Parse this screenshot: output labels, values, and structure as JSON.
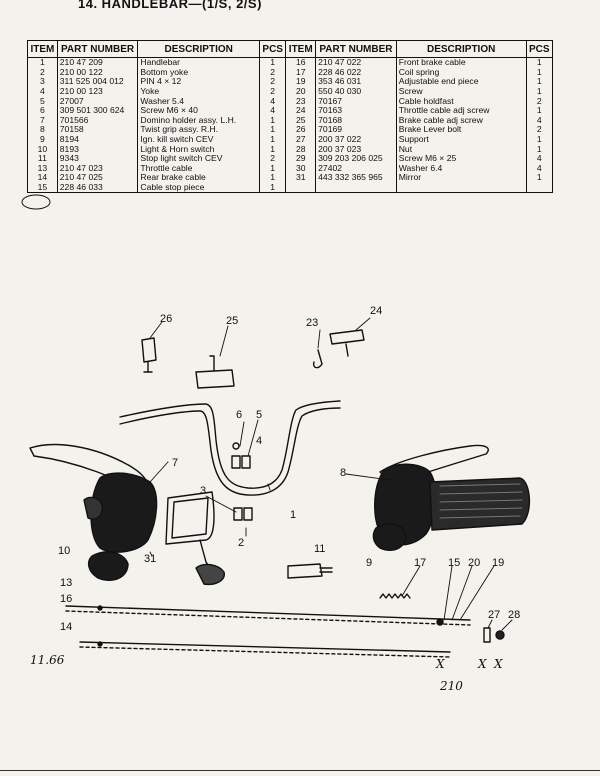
{
  "title": "14.  HANDLEBAR—(1/S, 2/S)",
  "headers": [
    "ITEM",
    "PART NUMBER",
    "DESCRIPTION",
    "PCS",
    "ITEM",
    "PART NUMBER",
    "DESCRIPTION",
    "PCS"
  ],
  "rows": [
    {
      "l": [
        "1",
        "210 47 209",
        "Handlebar",
        "1"
      ],
      "r": [
        "16",
        "210 47 022",
        "Front brake cable",
        "1"
      ]
    },
    {
      "l": [
        "2",
        "210 00 122",
        "Bottom yoke",
        "2"
      ],
      "r": [
        "17",
        "228 46 022",
        "Coil spring",
        "1"
      ]
    },
    {
      "l": [
        "3",
        "311 525 004 012",
        "PIN 4 × 12",
        "2"
      ],
      "r": [
        "19",
        "353 46 031",
        "Adjustable end piece",
        "1"
      ]
    },
    {
      "l": [
        "4",
        "210 00 123",
        "Yoke",
        "2"
      ],
      "r": [
        "20",
        "550 40 030",
        "Screw",
        "1"
      ]
    },
    {
      "l": [
        "5",
        "27007",
        "Washer 5.4",
        "4"
      ],
      "r": [
        "23",
        "70167",
        "Cable holdfast",
        "2"
      ]
    },
    {
      "l": [
        "6",
        "309 501 300 624",
        "Screw M6 × 40",
        "4"
      ],
      "r": [
        "24",
        "70163",
        "Throttle cable adj screw",
        "1"
      ]
    },
    {
      "l": [
        "7",
        "701566",
        "Domino holder assy. L.H.",
        "1"
      ],
      "r": [
        "25",
        "70168",
        "Brake cable adj screw",
        "4"
      ]
    },
    {
      "l": [
        "8",
        "70158",
        "Twist grip assy. R.H.",
        "1"
      ],
      "r": [
        "26",
        "70169",
        "Brake Lever bolt",
        "2"
      ]
    },
    {
      "l": [
        "9",
        "8194",
        "Ign. kill switch CEV",
        "1"
      ],
      "r": [
        "27",
        "200 37 022",
        "Support",
        "1"
      ]
    },
    {
      "l": [
        "10",
        "8193",
        "Light & Horn switch",
        "1"
      ],
      "r": [
        "28",
        "200 37 023",
        "Nut",
        "1"
      ]
    },
    {
      "l": [
        "11",
        "9343",
        "Stop light switch CEV",
        "2"
      ],
      "r": [
        "29",
        "309 203 206 025",
        "Screw M6 × 25",
        "4"
      ]
    },
    {
      "l": [
        "13",
        "210 47 023",
        "Throttle cable",
        "1"
      ],
      "r": [
        "30",
        "27402",
        "Washer 6.4",
        "4"
      ]
    },
    {
      "l": [
        "14",
        "210 47 025",
        "Rear brake cable",
        "1"
      ],
      "r": [
        "31",
        "443 332 365 965",
        "Mirror",
        "1"
      ]
    },
    {
      "l": [
        "15",
        "228 46 033",
        "Cable stop piece",
        "1"
      ],
      "r": [
        "",
        "",
        "",
        ""
      ]
    }
  ],
  "callouts": {
    "n1": "1",
    "n2": "2",
    "n3": "3",
    "n4": "4",
    "n5": "5",
    "n6": "6",
    "n7": "7",
    "n8": "8",
    "n9": "9",
    "n10": "10",
    "n11": "11",
    "n13": "13",
    "n14": "14",
    "n15": "15",
    "n16": "16",
    "n17": "17",
    "n19": "19",
    "n20": "20",
    "n23": "23",
    "n24": "24",
    "n25": "25",
    "n26": "26",
    "n27": "27",
    "n28": "28",
    "n31": "31"
  },
  "handwriting": {
    "note_left": "11.66",
    "note_bottom": "210",
    "mark_x1": "X",
    "mark_x2": "X",
    "mark_x3": "X"
  }
}
